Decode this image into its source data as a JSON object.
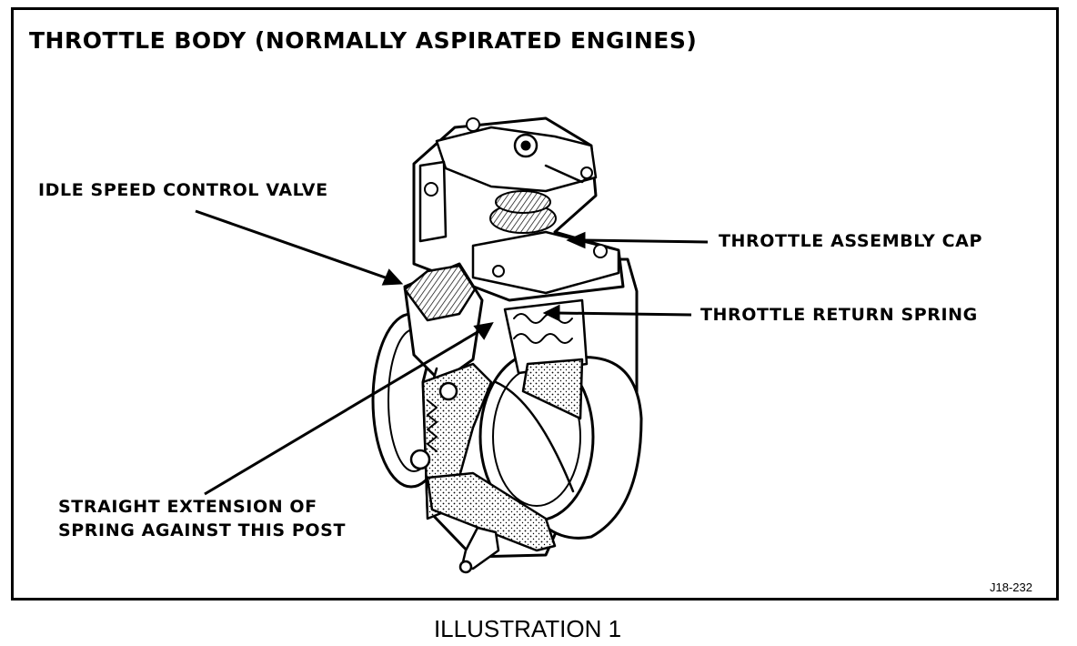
{
  "title": "THROTTLE BODY (NORMALLY ASPIRATED ENGINES)",
  "callouts": {
    "idle_speed_control_valve": "IDLE SPEED CONTROL VALVE",
    "throttle_assembly_cap": "THROTTLE ASSEMBLY CAP",
    "throttle_return_spring": "THROTTLE RETURN SPRING",
    "straight_extension_line1": "STRAIGHT EXTENSION OF",
    "straight_extension_line2": "SPRING AGAINST THIS POST"
  },
  "figure_id": "J18-232",
  "caption": "ILLUSTRATION 1"
}
